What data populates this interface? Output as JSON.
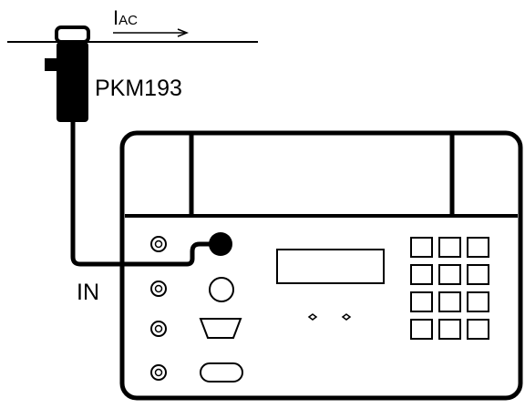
{
  "labels": {
    "current_main": "I",
    "current_sub": "AC",
    "clamp_model": "PKM193",
    "input_port": "IN"
  },
  "colors": {
    "ink": "#000000",
    "background": "#ffffff"
  },
  "components": {
    "current_clamp": "clamp-meter-icon",
    "meter": "measuring-instrument-icon"
  }
}
